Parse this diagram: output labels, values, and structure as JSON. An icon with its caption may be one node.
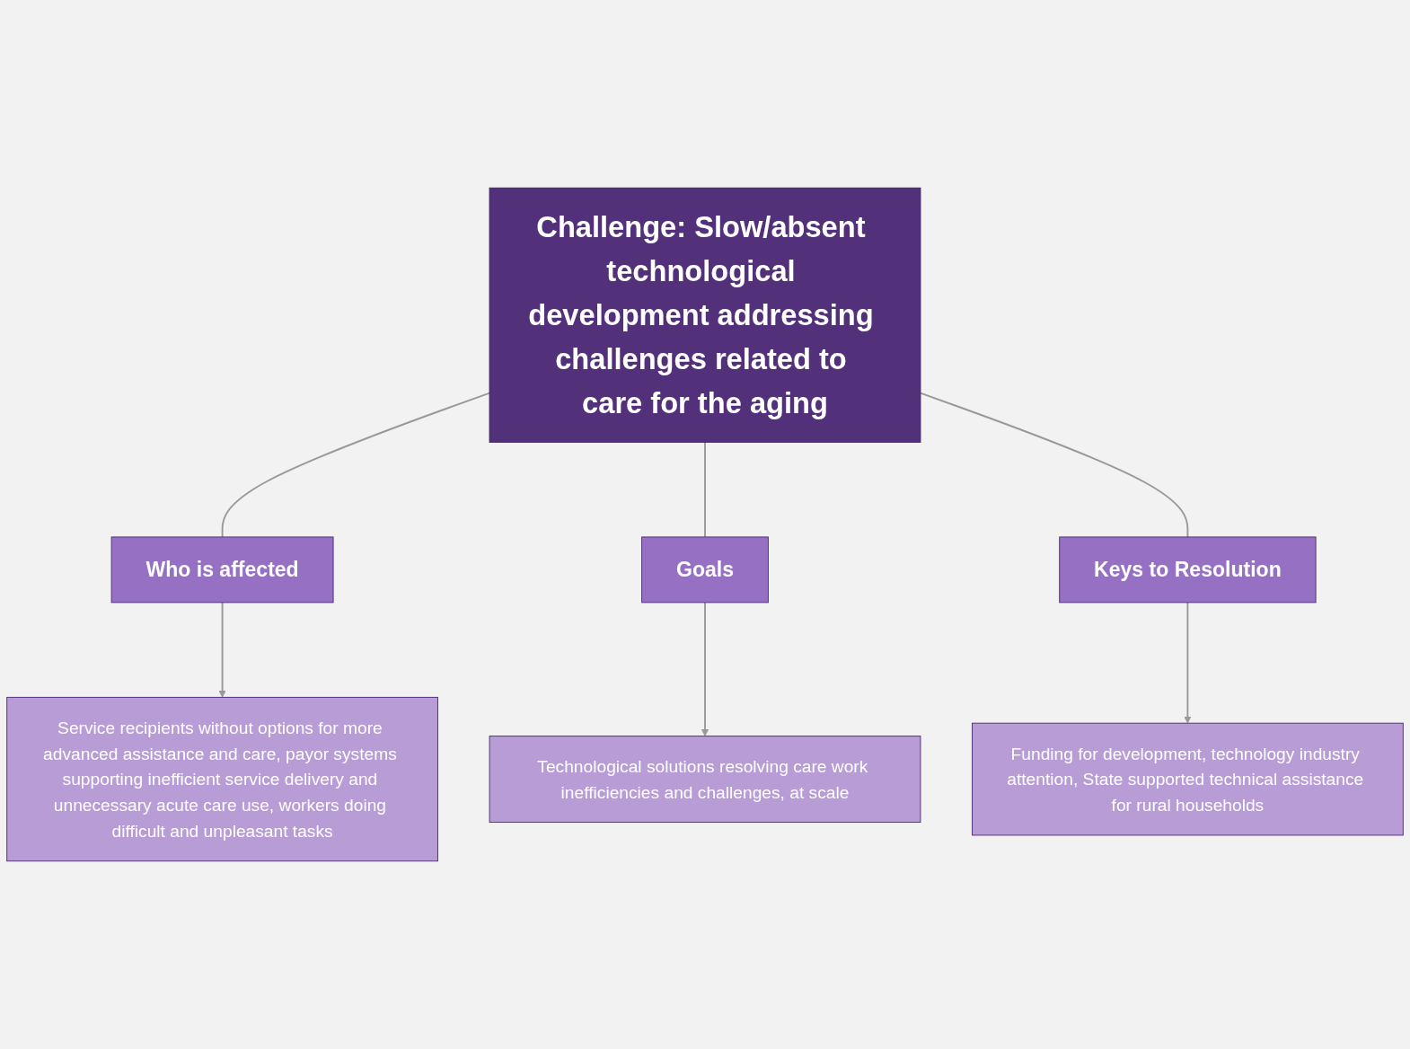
{
  "diagram": {
    "nodes": [
      {
        "text": [
          "Challenge: Slow/absent technological development addressing challenges related to care for the aging"
        ]
      },
      {
        "text": [
          "Who is affected"
        ]
      },
      {
        "text": [
          "Goals"
        ]
      },
      {
        "text": [
          "Keys to Resolution"
        ]
      },
      {
        "text": [
          "Service recipients without options for more advanced assistance and care, payor systems supporting inefficient service delivery and unnecessary acute care use, workers doing difficult and unpleasant tasks"
        ]
      },
      {
        "text": [
          "Technological solutions resolving care work inefficiencies and challenges, at scale"
        ]
      },
      {
        "text": [
          "Funding for development, technology industry attention, State supported technical assistance for rural households"
        ]
      }
    ],
    "edges": [
      {
        "from": 0,
        "to": 1,
        "arrow": "none"
      },
      {
        "from": 0,
        "to": 2,
        "arrow": "none"
      },
      {
        "from": 0,
        "to": 3,
        "arrow": "none"
      },
      {
        "from": 1,
        "to": 4,
        "arrow": "to"
      },
      {
        "from": 2,
        "to": 5,
        "arrow": "to"
      },
      {
        "from": 3,
        "to": 6,
        "arrow": "to"
      }
    ]
  }
}
